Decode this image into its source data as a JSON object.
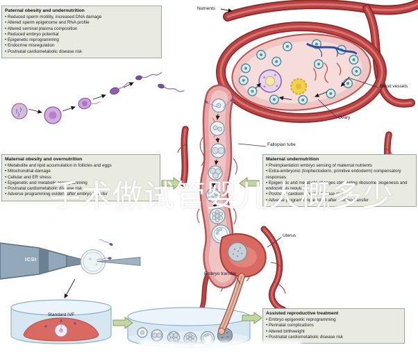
{
  "boxes": {
    "paternal": {
      "title": "Paternal obesity and undernutrition",
      "items": [
        "Reduced sperm motility, increased DNA damage",
        "Altered sperm epigenome and RNA profile",
        "Altered seminal plasma composition",
        "Reduced embryo potential",
        "Epigenetic reprogramming",
        "Endocrine misregulation",
        "Postnatal cardiometabolic disease risk"
      ]
    },
    "maternal_obesity": {
      "title": "Maternal obesity and overnutrition",
      "items": [
        "Metabolite and lipid accumulation in follicles and eggs",
        "Mitochondrial damage",
        "Cellular and ER stress",
        "Epigenetic and metabolic reprogramming",
        "Postnatal cardiometabolic disease risk",
        "Adverse programming evident after embryo transfer"
      ]
    },
    "maternal_undernutrition": {
      "title": "Maternal undernutrition",
      "items": [
        "Preimplantation embryo sensing of maternal nutrients",
        "Extra-embryonic (trophectoderm, primitive endoderm) compensatory responses",
        "Epigenetic and metabolic changes stimulating ribosome biogenesis and endocytosis regulation",
        "Postnatal cardiometabolic disease risk",
        "Adverse programming evident after embryo transfer"
      ]
    },
    "assisted": {
      "title": "Assisted reproductive treatment",
      "items": [
        "Embryo epigenetic reprogramming",
        "Perinatal complications",
        "Altered birthweight",
        "Postnatal cardiometabolic disease risk"
      ]
    }
  },
  "labels": {
    "nutrients": "Nutrients",
    "blood_vessels": "Blood vessels",
    "ovary": "Ovary",
    "fallopian_tube": "Fallopian tube",
    "uterus": "Uterus",
    "embryo_transfer": "Embryo transfer",
    "embryo_culture": "Embryo culture",
    "icsi": "ICSI",
    "standard_ivf": "Standard IVF"
  },
  "watermark": {
    "text": "手术做试管婴儿大概多少"
  },
  "colors": {
    "box_bg": "#e9eae2",
    "vessel_red": "#bc4343",
    "tube_pink": "#e7a6a6",
    "arrow_green": "#c3d6a3",
    "dish_blue": "#d6e7f2",
    "uterus_red": "#d96a62"
  }
}
